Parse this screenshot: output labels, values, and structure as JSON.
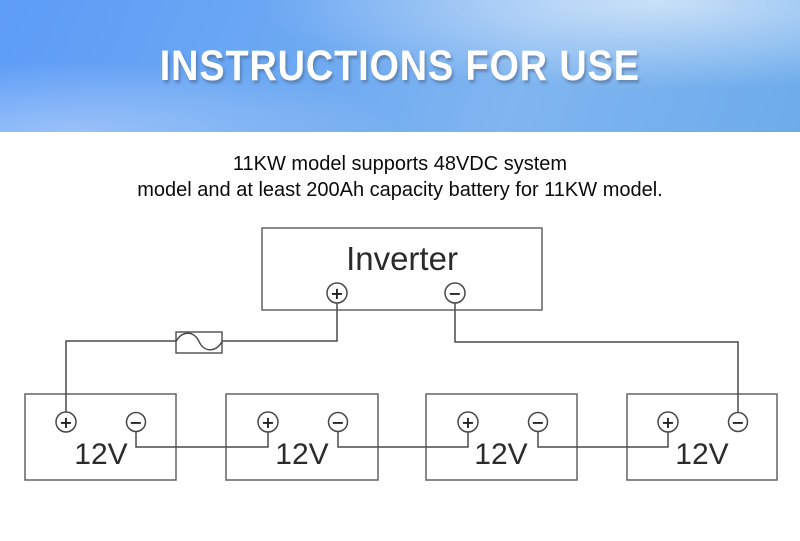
{
  "header": {
    "title": "INSTRUCTIONS FOR USE",
    "background_colors": {
      "base_blue": "#5d9cf7",
      "light_glow": "#cde3fb",
      "bottom_blue": "#6dacec"
    },
    "title_color": "#ffffff"
  },
  "description": {
    "line1": "11KW model supports 48VDC system",
    "line2": "model and at least 200Ah capacity battery for 11KW model."
  },
  "diagram": {
    "inverter": {
      "label": "Inverter"
    },
    "polarity": {
      "plus": "+",
      "minus": "−"
    },
    "batteries": [
      {
        "label": "12V"
      },
      {
        "label": "12V"
      },
      {
        "label": "12V"
      },
      {
        "label": "12V"
      }
    ],
    "colors": {
      "line": "#4a4a4a",
      "box_border": "#636363",
      "label_text": "#2b2b2b"
    }
  }
}
